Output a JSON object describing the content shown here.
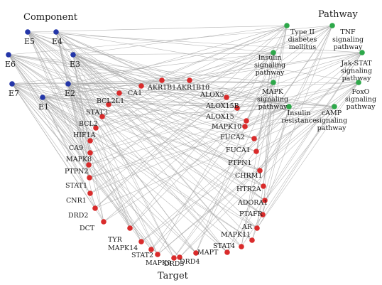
{
  "headings": {
    "component": "Component",
    "pathway": "Pathway",
    "target": "Target"
  },
  "colors": {
    "component": "#2436a8",
    "pathway": "#2ea84a",
    "target": "#d92b2b",
    "edge": "#a9a9a9"
  },
  "components": [
    "E5",
    "E4",
    "E6",
    "E3",
    "E7",
    "E2",
    "E1"
  ],
  "pathways": [
    [
      "Type II",
      "diabetes",
      "mellitus"
    ],
    [
      "TNF",
      "signaling",
      "pathway"
    ],
    [
      "Insulin",
      "signaling",
      "pathway"
    ],
    [
      "Jak-STAT",
      "signaling",
      "pathway"
    ],
    [
      "MAPK",
      "signaling",
      "pathway"
    ],
    [
      "FoxO",
      "signaling",
      "pathway"
    ],
    [
      "Insulin",
      "resistance"
    ],
    [
      "cAMP",
      "signaling",
      "pathway"
    ]
  ],
  "targets": [
    "CA1",
    "AKR1B1",
    "AKR1B10",
    "BCL2L1",
    "ALOX5",
    "STAT3",
    "ALOX15B",
    "BCL2",
    "ALOX15",
    "HIF1A",
    "MAPK10",
    "CA9",
    "FUCA2",
    "MAPK8",
    "FUCA1",
    "PTPN2",
    "PTPN1",
    "STAT1",
    "CHRM1",
    "CNR1",
    "HTR2A",
    "DRD2",
    "ADORA1",
    "DCT",
    "PTAFR",
    "TYR",
    "AR",
    "MAPK14",
    "MAPK11",
    "STAT2",
    "STAT4",
    "MAPK9",
    "MAPT",
    "DRD3",
    "DRD4"
  ]
}
